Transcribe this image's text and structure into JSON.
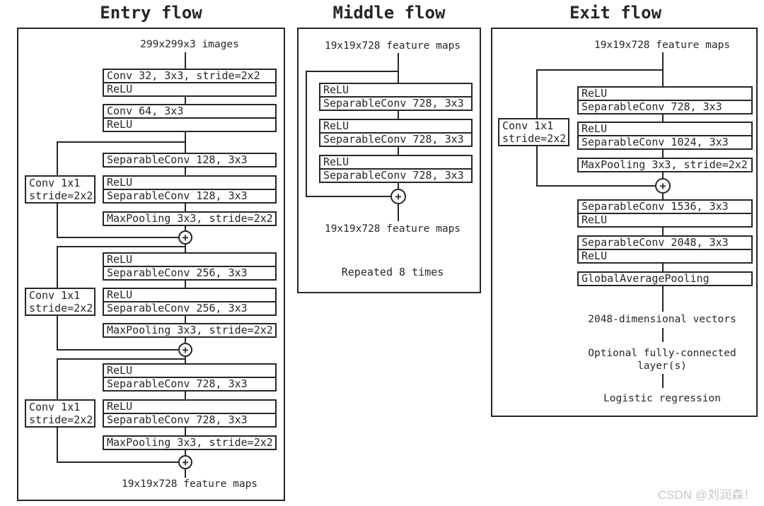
{
  "titles": {
    "entry": "Entry flow",
    "middle": "Middle flow",
    "exit": "Exit flow"
  },
  "icons": {
    "merge_plus": "+"
  },
  "entry": {
    "input_label": "299x299x3 images",
    "output_label": "19x19x728 feature maps",
    "boxes": [
      {
        "lines": [
          "Conv 32, 3x3, stride=2x2",
          "ReLU"
        ]
      },
      {
        "lines": [
          "Conv 64, 3x3",
          "ReLU"
        ]
      },
      {
        "lines": [
          "SeparableConv 128, 3x3"
        ]
      },
      {
        "lines": [
          "ReLU",
          "SeparableConv 128, 3x3"
        ]
      },
      {
        "lines": [
          "MaxPooling 3x3, stride=2x2"
        ]
      },
      {
        "lines": [
          "ReLU",
          "SeparableConv 256, 3x3"
        ]
      },
      {
        "lines": [
          "ReLU",
          "SeparableConv 256, 3x3"
        ]
      },
      {
        "lines": [
          "MaxPooling 3x3, stride=2x2"
        ]
      },
      {
        "lines": [
          "ReLU",
          "SeparableConv 728, 3x3"
        ]
      },
      {
        "lines": [
          "ReLU",
          "SeparableConv 728, 3x3"
        ]
      },
      {
        "lines": [
          "MaxPooling 3x3, stride=2x2"
        ]
      }
    ],
    "skips": [
      {
        "lines": [
          "Conv 1x1",
          "stride=2x2"
        ]
      },
      {
        "lines": [
          "Conv 1x1",
          "stride=2x2"
        ]
      },
      {
        "lines": [
          "Conv 1x1",
          "stride=2x2"
        ]
      }
    ]
  },
  "middle": {
    "input_label": "19x19x728 feature maps",
    "output_label": "19x19x728 feature maps",
    "repeat_label": "Repeated 8 times",
    "boxes": [
      {
        "lines": [
          "ReLU",
          "SeparableConv 728, 3x3"
        ]
      },
      {
        "lines": [
          "ReLU",
          "SeparableConv 728, 3x3"
        ]
      },
      {
        "lines": [
          "ReLU",
          "SeparableConv 728, 3x3"
        ]
      }
    ]
  },
  "exit": {
    "input_label": "19x19x728 feature maps",
    "boxes": [
      {
        "lines": [
          "ReLU",
          "SeparableConv 728, 3x3"
        ]
      },
      {
        "lines": [
          "ReLU",
          "SeparableConv 1024, 3x3"
        ]
      },
      {
        "lines": [
          "MaxPooling 3x3, stride=2x2"
        ]
      },
      {
        "lines": [
          "SeparableConv 1536, 3x3",
          "ReLU"
        ]
      },
      {
        "lines": [
          "SeparableConv 2048, 3x3",
          "ReLU"
        ]
      },
      {
        "lines": [
          "GlobalAveragePooling"
        ]
      }
    ],
    "skip": {
      "lines": [
        "Conv 1x1",
        "stride=2x2"
      ]
    },
    "vectors_label": "2048-dimensional vectors",
    "fc_label_line1": "Optional fully-connected",
    "fc_label_line2": "layer(s)",
    "logistic_label": "Logistic regression"
  },
  "watermark": {
    "text": "CSDN @刘润森！"
  }
}
